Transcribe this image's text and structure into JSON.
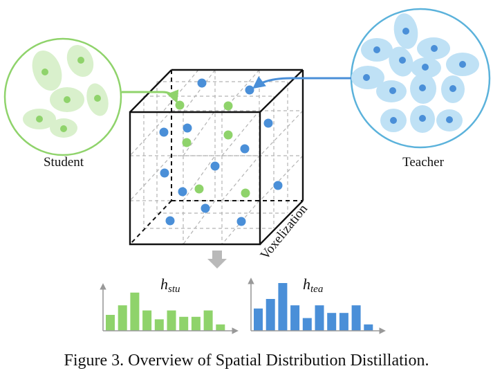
{
  "labels": {
    "student": "Student",
    "teacher": "Teacher",
    "voxelization": "Voxelization",
    "h_student_base": "h",
    "h_student_sub": "stu",
    "h_teacher_base": "h",
    "h_teacher_sub": "tea"
  },
  "caption": "Figure 3. Overview of Spatial Distribution Distillation.",
  "colors": {
    "student_green": "#8fd36b",
    "student_ellipse": "#d9f0cc",
    "teacher_blue": "#4a8fd8",
    "teacher_ellipse": "#bfe1f5",
    "student_circle": "#8fd36b",
    "teacher_circle": "#5bb2db",
    "arrow_gray": "#b9b9b9"
  },
  "histograms": {
    "student": [
      2.5,
      4,
      6,
      3.2,
      1.8,
      3.2,
      2.2,
      2.2,
      3.2,
      1
    ],
    "teacher": [
      3.5,
      5,
      7.5,
      4,
      2,
      4,
      2.8,
      2.8,
      4,
      1
    ]
  }
}
